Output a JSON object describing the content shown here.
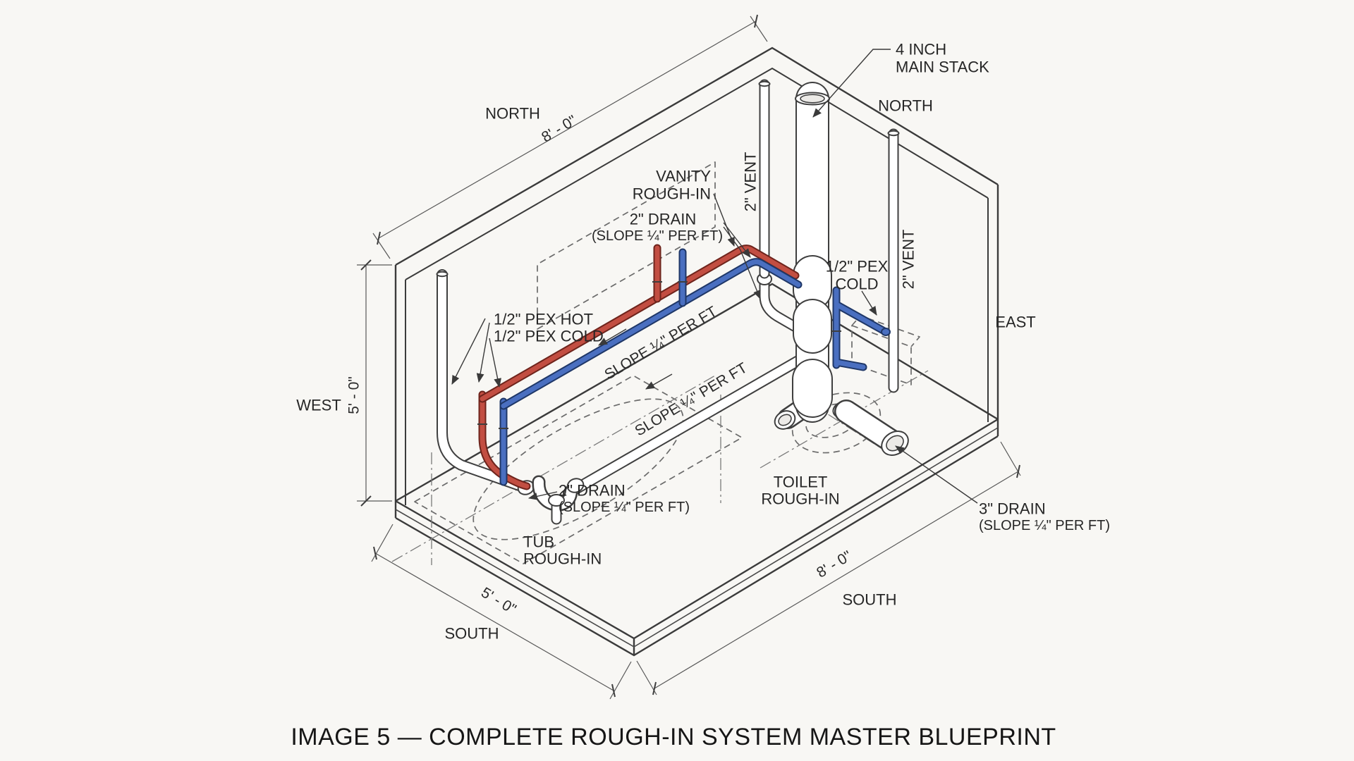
{
  "title": "IMAGE 5 — COMPLETE ROUGH-IN SYSTEM MASTER BLUEPRINT",
  "colors": {
    "background": "#f8f7f4",
    "line": "#3b3b3b",
    "pex_hot": "#c24e42",
    "pex_hot_outline": "#6e241c",
    "pex_cold": "#4a6fc0",
    "pex_cold_outline": "#1f3767"
  },
  "compass": {
    "north_left": "NORTH",
    "north_right": "NORTH",
    "east": "EAST",
    "west": "WEST",
    "south_left": "SOUTH",
    "south_right": "SOUTH"
  },
  "dimensions": {
    "north_wall": "8' - 0\"",
    "west_wall_height": "5' - 0\"",
    "south_west": "5' - 0\"",
    "south_east": "8' - 0\""
  },
  "labels": {
    "main_stack_1": "4 INCH",
    "main_stack_2": "MAIN STACK",
    "vanity_1": "VANITY",
    "vanity_2": "ROUGH-IN",
    "vanity_drain_1": "2\" DRAIN",
    "vanity_drain_2": "(SLOPE ¼\" PER FT)",
    "vent_north": "2\" VENT",
    "vent_east": "2\" VENT",
    "pex_hot": "1/2\" PEX HOT",
    "pex_cold": "1/2\" PEX COLD",
    "toilet_supply_1": "1/2\" PEX",
    "toilet_supply_2": "COLD",
    "slope_upper": "SLOPE ¼\" PER FT",
    "slope_lower": "SLOPE ¼\" PER FT",
    "toilet_1": "TOILET",
    "toilet_2": "ROUGH-IN",
    "tub_1": "TUB",
    "tub_2": "ROUGH-IN",
    "tub_drain_1": "2\" DRAIN",
    "tub_drain_2": "(SLOPE ¼\" PER FT)",
    "main_drain_1": "3\" DRAIN",
    "main_drain_2": "(SLOPE ¼\" PER FT)"
  }
}
